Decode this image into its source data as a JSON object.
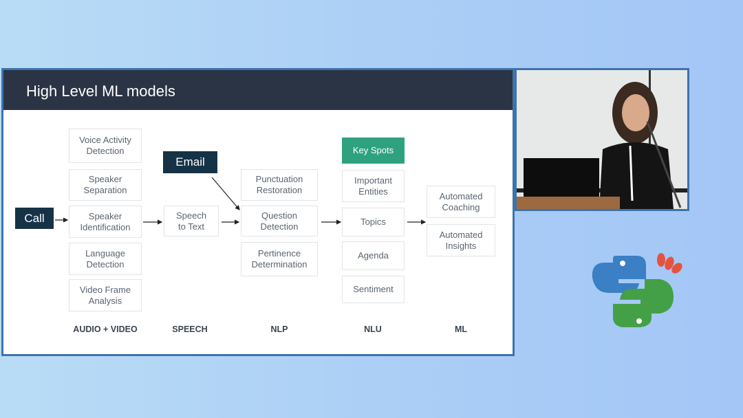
{
  "slide": {
    "title": "High Level ML models",
    "inputs": {
      "call": "Call",
      "email": "Email"
    },
    "audio_video": [
      "Voice Activity\nDetection",
      "Speaker\nSeparation",
      "Speaker\nIdentification",
      "Language\nDetection",
      "Video Frame\nAnalysis"
    ],
    "speech": [
      "Speech\nto Text"
    ],
    "nlp": [
      "Punctuation\nRestoration",
      "Question\nDetection",
      "Pertinence\nDetermination"
    ],
    "nlu": [
      "Key Spots",
      "Important\nEntities",
      "Topics",
      "Agenda",
      "Sentiment"
    ],
    "ml": [
      "Automated\nCoaching",
      "Automated\nInsights"
    ],
    "stages": [
      "AUDIO + VIDEO",
      "SPEECH",
      "NLP",
      "NLU",
      "ML"
    ]
  },
  "colors": {
    "accent": "#2ea27f",
    "dark": "#163246",
    "frame": "#3d72ad"
  }
}
